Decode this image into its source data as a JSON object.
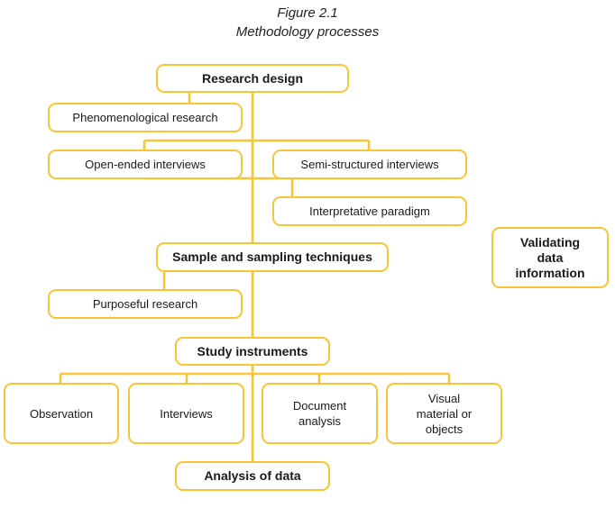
{
  "figure": {
    "number": "Figure 2.1",
    "title": "Methodology processes",
    "line_color": "#f9c534"
  },
  "nodes": {
    "research_design": "Research design",
    "phenomenological_research": "Phenomenological research",
    "open_ended_interviews": "Open-ended interviews",
    "semi_structured_interviews": "Semi-structured interviews",
    "interpretative_paradigm": "Interpretative paradigm",
    "sample_sampling": "Sample and sampling techniques",
    "purposeful_research": "Purposeful research",
    "validating_data": "Validating data information",
    "study_instruments": "Study instruments",
    "observation": "Observation",
    "interviews": "Interviews",
    "document_analysis": "Document analysis",
    "visual_material": "Visual material or objects",
    "analysis_of_data": "Analysis of data"
  }
}
